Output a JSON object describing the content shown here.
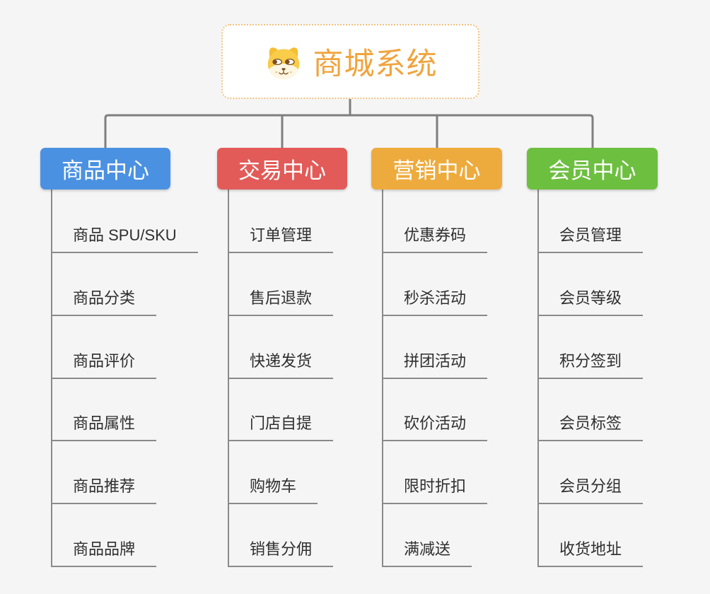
{
  "root": {
    "title": "商城系统",
    "icon": "dog-face"
  },
  "branches": [
    {
      "label": "商品中心",
      "color": "#4B91E2",
      "items": [
        "商品 SPU/SKU",
        "商品分类",
        "商品评价",
        "商品属性",
        "商品推荐",
        "商品品牌"
      ]
    },
    {
      "label": "交易中心",
      "color": "#E25B58",
      "items": [
        "订单管理",
        "售后退款",
        "快递发货",
        "门店自提",
        "购物车",
        "销售分佣"
      ]
    },
    {
      "label": "营销中心",
      "color": "#EEAB3D",
      "items": [
        "优惠券码",
        "秒杀活动",
        "拼团活动",
        "砍价活动",
        "限时折扣",
        "满减送"
      ]
    },
    {
      "label": "会员中心",
      "color": "#6DBF40",
      "items": [
        "会员管理",
        "会员等级",
        "积分签到",
        "会员标签",
        "会员分组",
        "收货地址"
      ]
    }
  ],
  "colors": {
    "background": "#F5F5F5",
    "root_text": "#F0A43E",
    "root_border": "#F1C17E",
    "connector_line": "#7E7E7E",
    "leaf_line": "#8A8A8A",
    "leaf_text": "#2F2F2F"
  }
}
